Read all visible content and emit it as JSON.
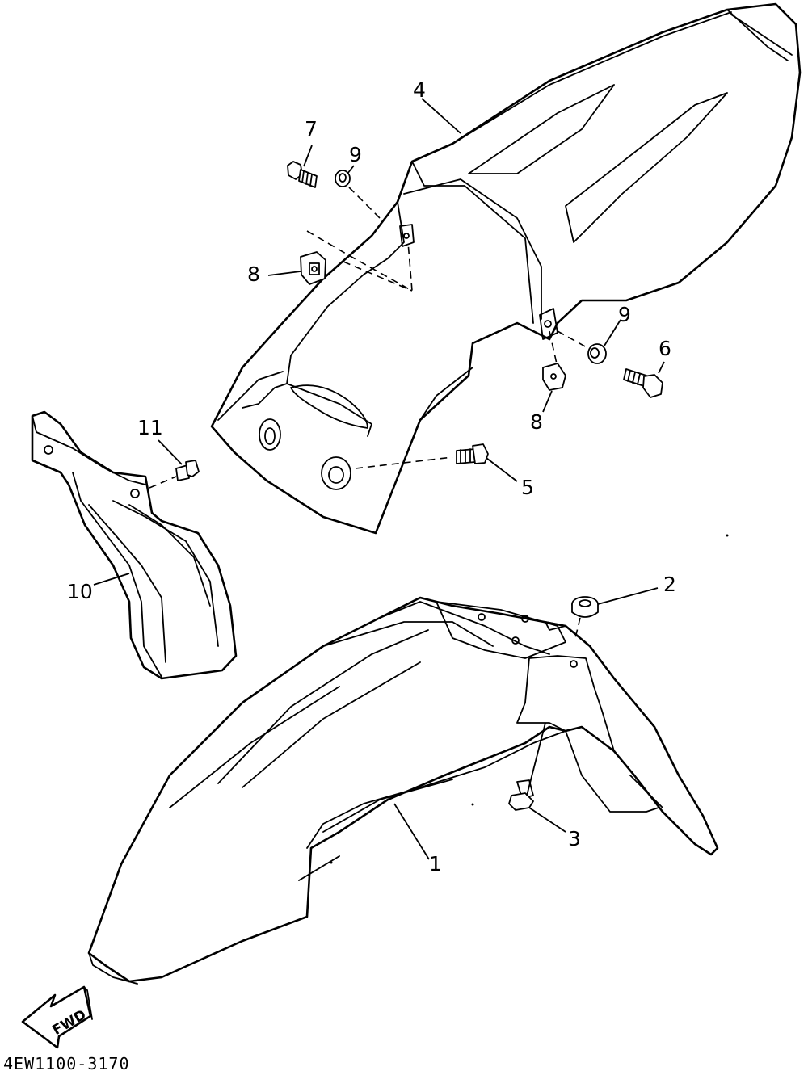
{
  "diagram": {
    "part_code": "4EW1100-3170",
    "direction_label": "FWD",
    "callouts": [
      "1",
      "2",
      "3",
      "4",
      "5",
      "6",
      "7",
      "8",
      "8",
      "9",
      "9",
      "10",
      "11"
    ]
  }
}
